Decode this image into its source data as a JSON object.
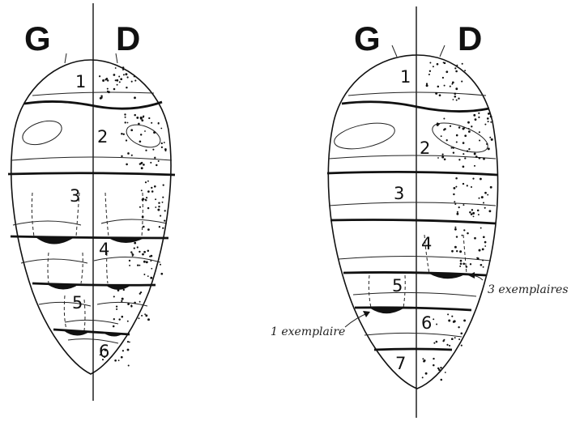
{
  "diagrams": [
    {
      "left_label": "G",
      "right_label": "D",
      "segments": [
        "1",
        "2",
        "3",
        "4",
        "5",
        "6"
      ]
    },
    {
      "left_label": "G",
      "right_label": "D",
      "segments": [
        "1",
        "2",
        "3",
        "4",
        "5",
        "6",
        "7"
      ],
      "annotations": {
        "left": "1 exemplaire",
        "right": "3 exemplaires"
      }
    }
  ]
}
